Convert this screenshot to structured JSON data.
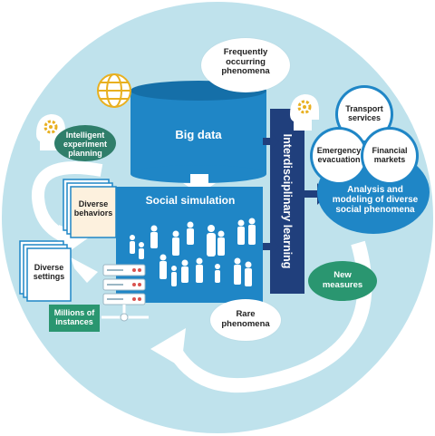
{
  "labels": {
    "big_data": "Big data",
    "frequently_occurring": "Frequently occurring phenomena",
    "rare_phenomena": "Rare phenomena",
    "intelligent_experiment": "Intelligent experiment planning",
    "social_simulation": "Social simulation",
    "diverse_behaviors": "Diverse behaviors",
    "diverse_settings": "Diverse settings",
    "millions_of_instances": "Millions of instances",
    "interdisciplinary_learning": "Interdisciplinary learning",
    "transport_services": "Transport services",
    "emergency_evacuation": "Emergency evacuation",
    "financial_markets": "Financial markets",
    "analysis_modeling": "Analysis and modeling of diverse social phenomena",
    "new_measures": "New measures"
  },
  "colors": {
    "background_circle": "#bfe2ec",
    "blue": "#1f86c6",
    "navy": "#203f7c",
    "teal": "#2f7e6a",
    "green": "#2a9670",
    "white": "#ffffff",
    "gear": "#e8b020"
  },
  "icons": [
    "globe-icon",
    "gear-icon",
    "head-icon",
    "document-icon",
    "server-icon",
    "person-silhouette-icon"
  ]
}
